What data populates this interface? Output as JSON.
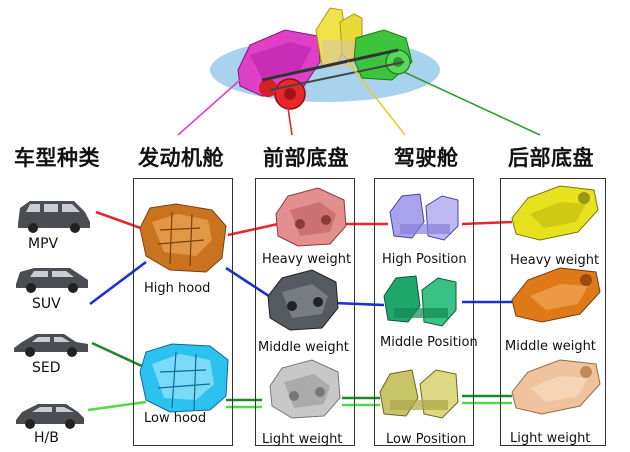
{
  "headers": {
    "vehicle_type": "车型种类",
    "engine_bay": "发动机舱",
    "front_chassis": "前部底盘",
    "cabin": "驾驶舱",
    "rear_chassis": "后部底盘"
  },
  "vehicles": [
    "MPV",
    "SUV",
    "SED",
    "H/B"
  ],
  "engine_labels": {
    "high": "High hood",
    "low": "Low hood"
  },
  "front_labels": [
    "Heavy weight",
    "Middle weight",
    "Light weight"
  ],
  "cabin_labels": [
    "High Position",
    "Middle Position",
    "Low Position"
  ],
  "rear_labels": [
    "Heavy weight",
    "Middle weight",
    "Light weight"
  ],
  "colors": {
    "red": "#e8262b",
    "blue": "#1c2fd0",
    "dark_green": "#1d8a2a",
    "light_green": "#56d84a",
    "magenta": "#e040c8",
    "yellow": "#f2e24a",
    "green": "#2fa030",
    "engine_orange": "#c9731f",
    "engine_cyan": "#2cc2f0",
    "front_pink": "#e38f8f",
    "front_gray": "#555a60",
    "front_light": "#c8c8c8",
    "cabin_lilac": "#a9a2ec",
    "cabin_green": "#1fa66a",
    "cabin_olive": "#c9c468",
    "rear_yellow": "#e6e21e",
    "rear_orange": "#e07a18",
    "rear_peach": "#efc39d",
    "ellipse": "#a9d2ee"
  }
}
